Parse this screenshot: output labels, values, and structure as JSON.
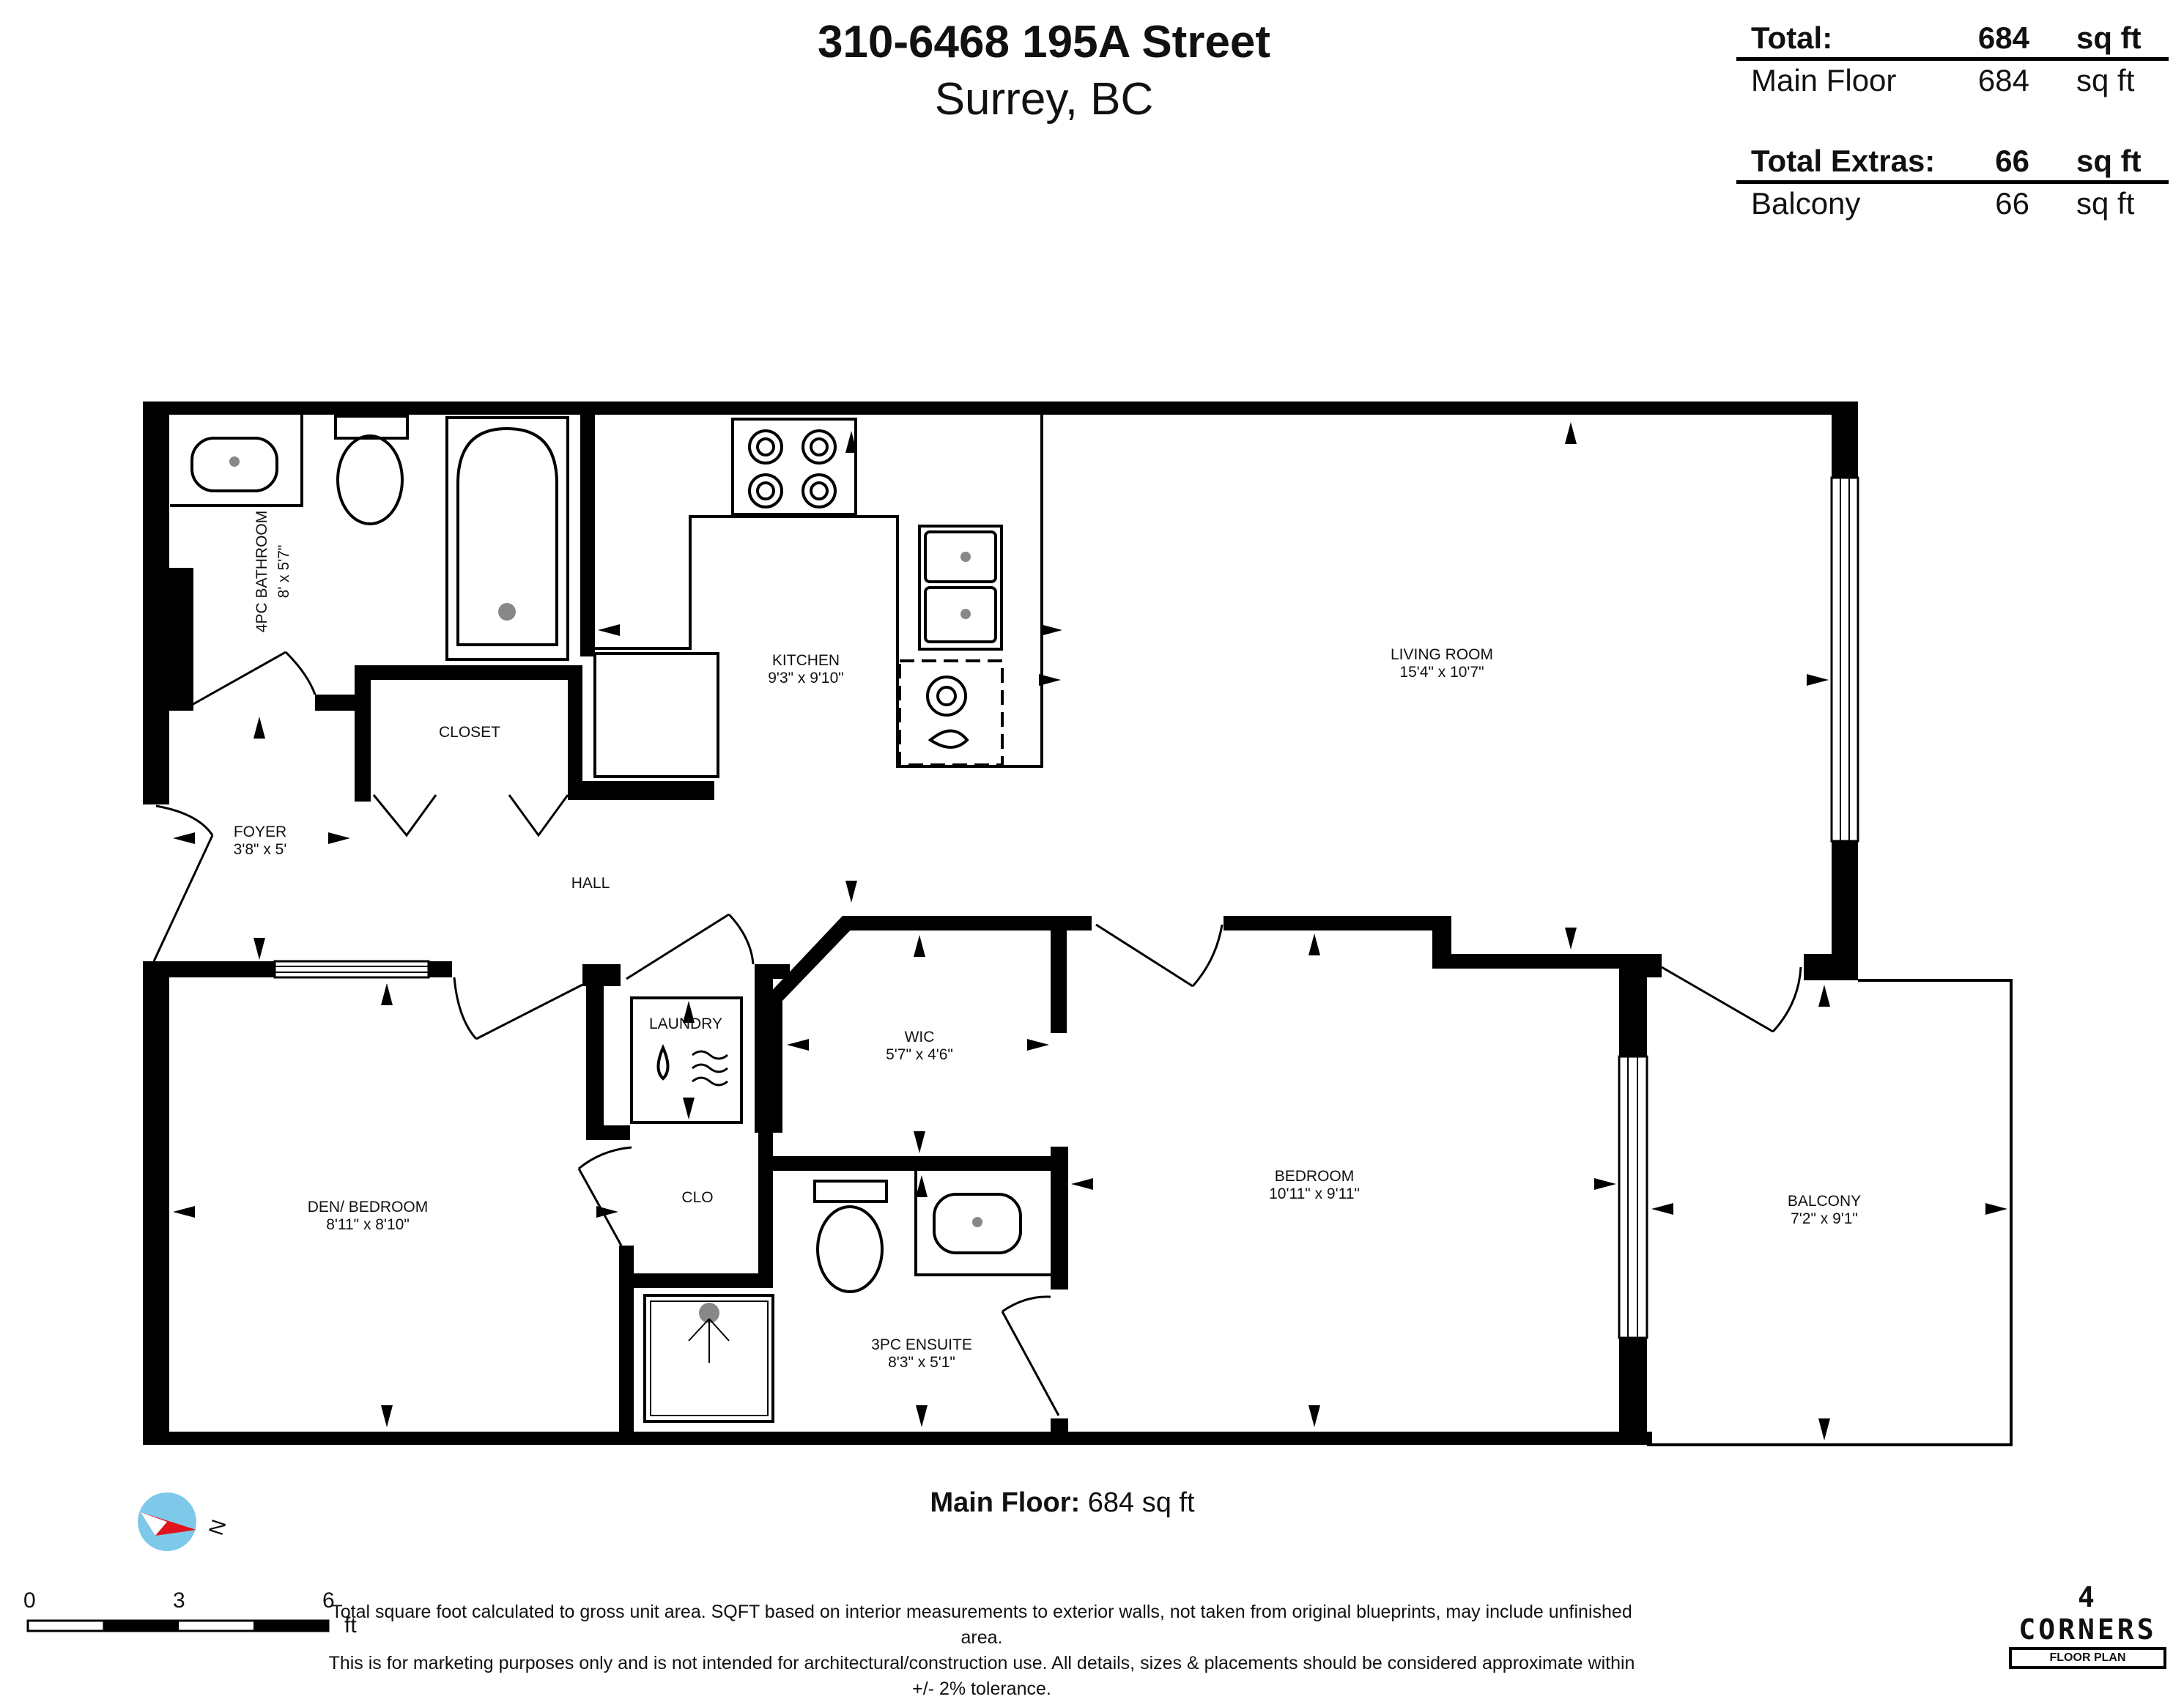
{
  "header": {
    "address_line1": "310-6468 195A Street",
    "address_line2": "Surrey, BC"
  },
  "area_summary": {
    "total_label": "Total:",
    "total_value": "684",
    "main_floor_label": "Main Floor",
    "main_floor_value": "684",
    "extras_label": "Total Extras:",
    "extras_value": "66",
    "balcony_label": "Balcony",
    "balcony_value": "66",
    "unit": "sq ft"
  },
  "rooms": [
    {
      "name": "4PC BATHROOM",
      "size": "8' x 5'7\""
    },
    {
      "name": "KITCHEN",
      "size": "9'3\" x 9'10\""
    },
    {
      "name": "LIVING ROOM",
      "size": "15'4\" x 10'7\""
    },
    {
      "name": "CLOSET",
      "size": ""
    },
    {
      "name": "FOYER",
      "size": "3'8\" x 5'"
    },
    {
      "name": "HALL",
      "size": ""
    },
    {
      "name": "LAUNDRY",
      "size": ""
    },
    {
      "name": "WIC",
      "size": "5'7\" x 4'6\""
    },
    {
      "name": "DEN/ BEDROOM",
      "size": "8'11\" x 8'10\""
    },
    {
      "name": "CLO",
      "size": ""
    },
    {
      "name": "BEDROOM",
      "size": "10'11\" x 9'11\""
    },
    {
      "name": "3PC ENSUITE",
      "size": "8'3\" x 5'1\""
    },
    {
      "name": "BALCONY",
      "size": "7'2\" x 9'1\""
    }
  ],
  "compass": {
    "label": "N"
  },
  "main_floor_caption": {
    "label": "Main Floor:",
    "value": "684 sq ft"
  },
  "scale_bar": {
    "ticks": [
      "0",
      "3",
      "6"
    ],
    "unit": "ft"
  },
  "disclaimer": {
    "line1": "Total square foot calculated to gross unit area. SQFT based on interior measurements to exterior walls, not taken from original blueprints, may include unfinished area.",
    "line2": "This is for marketing purposes only and is not intended for architectural/construction use.  All details, sizes & placements should be considered approximate within +/- 2%  tolerance."
  },
  "logo": {
    "name": "4 CORNERS",
    "tagline": "FLOOR PLAN"
  }
}
